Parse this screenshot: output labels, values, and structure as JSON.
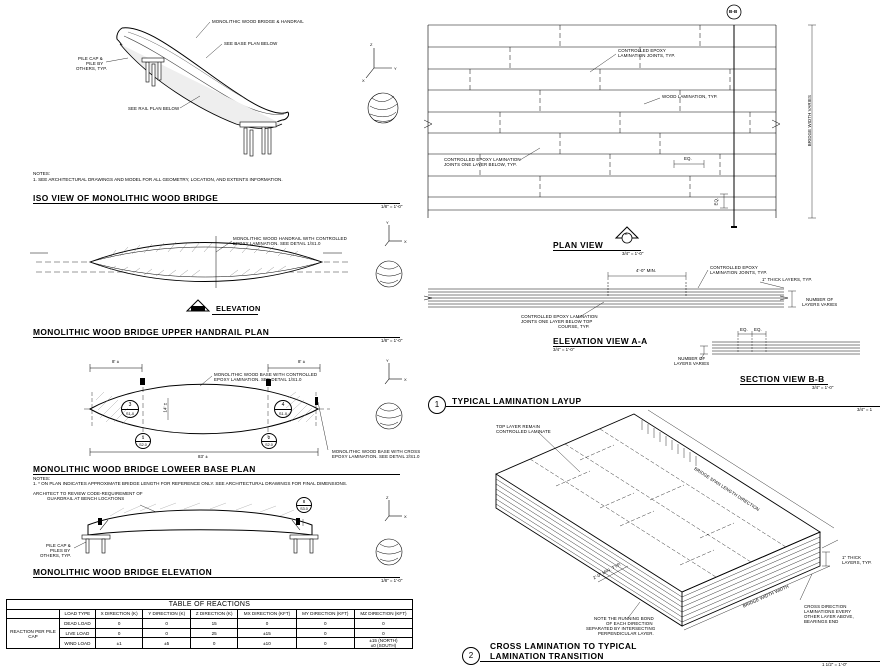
{
  "iso": {
    "callout_bridge": "MONOLITHIC WOOD BRIDGE & HANDRAIL",
    "callout_base_plan": "SEE BASE PLAN BELOW",
    "callout_pile_cap_1": "PILE CAP &",
    "callout_pile_cap_2": "PILE BY",
    "callout_pile_cap_3": "OTHERS, TYP.",
    "callout_rail_plan": "SEE RAIL PLAN BELOW",
    "notes_label": "NOTES:",
    "note_1": "1.    SEE ARCHITECTURAL DRAWINGS AND MODEL FOR ALL GEOMETRY, LOCATION, AND EXTENTS INFORMATION.",
    "title": "ISO VIEW OF MONOLITHIC WOOD BRIDGE",
    "scale": "1/8\" = 1'-0\""
  },
  "handrail": {
    "callout_1": "MONOLITHIC WOOD HANDRAIL WITH CONTROLLED",
    "callout_2": "EPOXY LAMINATION. SEE DETAIL 1/S1.0",
    "elevation_label": "ELEVATION",
    "title": "MONOLITHIC WOOD BRIDGE UPPER HANDRAIL PLAN",
    "scale": "1/8\" = 1'-0\""
  },
  "base": {
    "dim_left": "8' ±",
    "dim_right": "8' ±",
    "dim_width": "14' ±",
    "dim_length": "83' ±",
    "callout_base_1": "MONOLITHIC WOOD BASE WITH CONTROLLED",
    "callout_base_2": "EPOXY LAMINATION. SEE DETAIL 1/S1.0",
    "callout_cross_1": "MONOLITHIC WOOD BASE WITH CROSS",
    "callout_cross_2": "EPOXY LAMINATION. SEE DETAIL 2/S1.0",
    "tag_left_num": "3",
    "tag_left_sheet": "S1.0",
    "tag_right_num": "4",
    "tag_right_sheet": "S1.0",
    "grid_left": "1",
    "grid_left_sheet": "S2.0",
    "grid_right": "2",
    "grid_right_sheet": "S2.0",
    "title": "MONOLITHIC WOOD BRIDGE LOWEER BASE PLAN",
    "notes_label": "NOTES:",
    "note_1": "1.    * ON PLAN INDICATES APPROXIMATE BRIDGE LENGTH FOR REFERENCE ONLY. SEE ARCHITECTURAL DRAWINGS FOR FINAL DIMENSIONS."
  },
  "elev": {
    "callout_arch_1": "ARCHITECT TO REVIEW CODE-REQUIREMENT OF",
    "callout_arch_2": "GUARDRAIL AT BENCH LOCATIONS",
    "tag_num": "8",
    "tag_sheet": "S3.0",
    "callout_pile_1": "PILE CAP &",
    "callout_pile_2": "PILES BY",
    "callout_pile_3": "OTHERS, TYP.",
    "title": "MONOLITHIC WOOD BRIDGE ELEVATION",
    "scale": "1/8\" = 1'-0\""
  },
  "reactions": {
    "caption": "TABLE OF REACTIONS",
    "row_header": "REACTION PER PILE CAP",
    "load_type": "LOAD TYPE",
    "columns": [
      "X DIRECTION (K)",
      "Y DIRECTION (K)",
      "Z DIRECTION (K)",
      "MX DIRECTION (KFT)",
      "MY DIRECTION (KFT)",
      "MZ DIRECTION (KFT)"
    ],
    "rows": [
      {
        "type": "DEAD LOAD",
        "vals": [
          "0",
          "0",
          "15",
          "0",
          "0",
          "0"
        ]
      },
      {
        "type": "LIVE LOAD",
        "vals": [
          "0",
          "0",
          "25",
          "±15",
          "0",
          "0"
        ]
      },
      {
        "type": "WIND LOAD",
        "vals": [
          "±1",
          "±5",
          "0",
          "±10",
          "0",
          "±15 (NORTH)\n±0 (SOUTH)"
        ]
      }
    ]
  },
  "plan": {
    "section_tag": "B-B",
    "callout_joints_1": "CONTROLLED EPOXY",
    "callout_joints_2": "LAMINATION JOINTS, TYP.",
    "callout_wood": "WOOD LAMINATION, TYP.",
    "callout_below_1": "CONTROLLED EPOXY LAMINATION",
    "callout_below_2": "JOINTS ONE LAYER BELOW, TYP.",
    "dim_eq_1": "EQ.",
    "dim_eq_2": "EQ.",
    "width_label": "BRIDGE WIDTH VARIES",
    "title": "PLAN VIEW",
    "marker_top": "A",
    "marker_bottom": "S1.0",
    "scale": "3/4\" = 1'-0\""
  },
  "elevAA": {
    "dim_min": "4'-0\" MIN.",
    "callout_joints_1": "CONTROLLED EPOXY",
    "callout_joints_2": "LAMINATION JOINTS, TYP.",
    "callout_thick": "1\" THICK LAYERS, TYP.",
    "callout_below_1": "CONTROLLED EPOXY LAMINATION",
    "callout_below_2": "JOINTS ONE LAYER BELOW TOP",
    "callout_below_3": "COURSE, TYP.",
    "callout_layers_1": "NUMBER OF",
    "callout_layers_2": "LAYERS VARIES",
    "title": "ELEVATION VIEW A-A",
    "scale": "3/4\" = 1'-0\""
  },
  "secBB": {
    "dim_eq": "EQ.",
    "dim_eq2": "EQ.",
    "callout_layers_1": "NUMBER OF",
    "callout_layers_2": "LAYERS VARIES",
    "title": "SECTION VIEW B-B",
    "scale": "3/4\" = 1'-0\""
  },
  "detail1": {
    "number": "1",
    "title": "TYPICAL LAMINATION LAYUP",
    "scale": "3/4\" = 1"
  },
  "detail2": {
    "callout_top_1": "TOP LAYER REMAIN",
    "callout_top_2": "CONTROLLED LAMINATE",
    "span_label": "BRIDGE SPAN LENGTH DIRECTION",
    "width_label": "BRIDGE WIDTH WIDTH",
    "min_label": "2'-0\" MIN. TYP.",
    "callout_thick_1": "1\" THICK",
    "callout_thick_2": "LAYERS, TYP.",
    "callout_running_1": "NOTE THE RUNNING BOND",
    "callout_running_2": "OF EACH DIRECTION",
    "callout_running_3": "SEPARATED BY INTERSECTING",
    "callout_running_4": "PERPENDICULAR LAYER.",
    "callout_cross_1": "CROSS DIRECTION",
    "callout_cross_2": "LAMINATIONS EVERY",
    "callout_cross_3": "OTHER LAYER ABOVE,",
    "callout_cross_4": "BEARINGS END",
    "number": "2",
    "title_1": "CROSS LAMINATION TO TYPICAL",
    "title_2": "LAMINATION TRANSITION",
    "scale": "1 1/2\" = 1'-0\""
  }
}
